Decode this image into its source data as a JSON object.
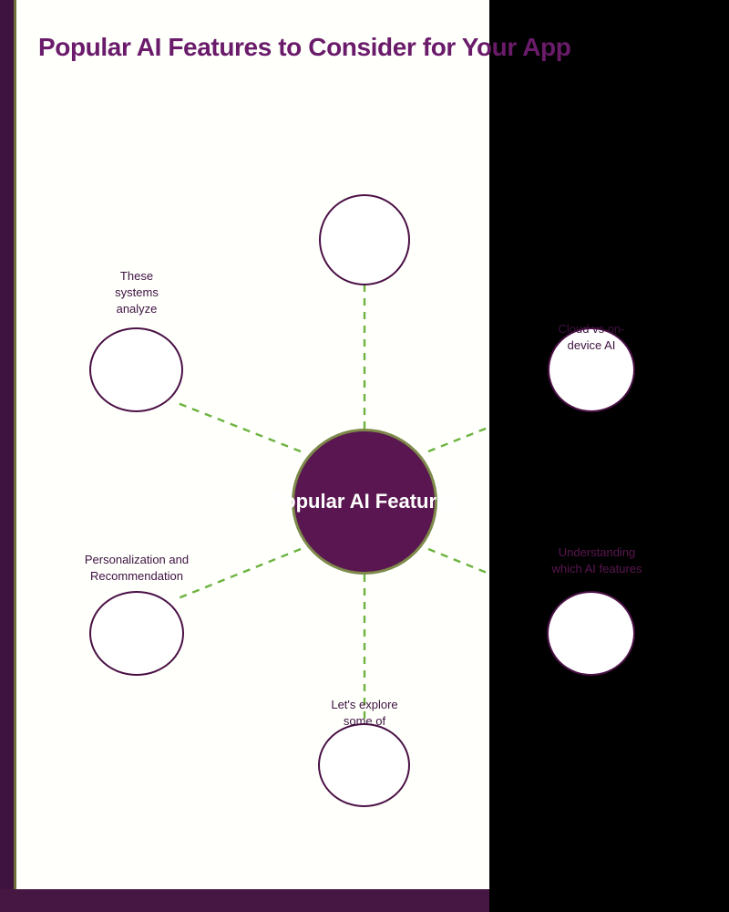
{
  "slide": {
    "title": "Popular AI Features to Consider for Your App",
    "title_color": "#6a1b6a",
    "panel_background": "#fffffc",
    "outside_background": "#000000",
    "accent_purple": "#471744",
    "accent_green": "#6d6e3a",
    "connector_color": "#6cb33f",
    "connector_style": "dashed"
  },
  "diagram": {
    "type": "hub-and-spoke mind map",
    "hub": {
      "label": "Popular AI Features",
      "fill": "#5a1650",
      "stroke": "#7d8a4a",
      "text_color": "#ffffff",
      "clipped": "text overflows the white panel on the right"
    },
    "nodes": [
      {
        "id": "node-top",
        "label": "",
        "position": "top",
        "fill": "#ffffff",
        "stroke": "#4a1045"
      },
      {
        "id": "node-upper-left",
        "label": "These systems analyze",
        "position": "upper-left",
        "fill": "#ffffff",
        "stroke": "#4a1045"
      },
      {
        "id": "node-lower-left",
        "label": "Personalization and Recommendation",
        "position": "lower-left",
        "fill": "#ffffff",
        "stroke": "#4a1045"
      },
      {
        "id": "node-bottom",
        "label": "Let's explore some of",
        "position": "bottom",
        "fill": "#ffffff",
        "stroke": "#4a1045"
      },
      {
        "id": "node-upper-right",
        "label": "Cloud vs on-device AI",
        "position": "upper-right",
        "fill": "#ffffff",
        "stroke": "#4a1045"
      },
      {
        "id": "node-lower-right",
        "label": "Understanding which AI features",
        "position": "lower-right",
        "fill": "#ffffff",
        "stroke": "#4a1045"
      }
    ]
  }
}
